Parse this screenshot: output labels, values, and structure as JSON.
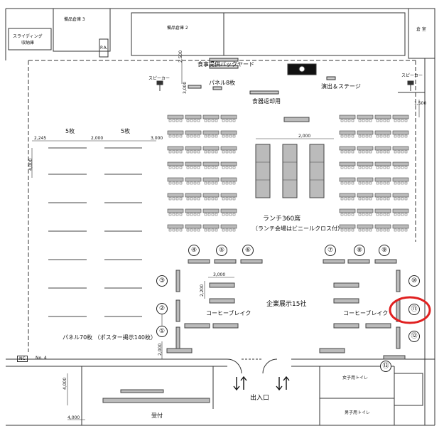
{
  "rooms": {
    "storage3": "備品倉庫 3",
    "storage2": "備品倉庫 2",
    "office": "倉 室",
    "sliding": "スライディング",
    "sliding2": "収納庫",
    "pa": "P.A."
  },
  "labels": {
    "buffet": "食事提供バックヤード",
    "panel8": "パネル8枚",
    "speaker_left": "スピーカー",
    "speaker_right": "スピーカー",
    "stage": "演出＆ステージ",
    "dishes": "食器返却用",
    "five_left": "5枚",
    "five_right": "5枚",
    "lunch": "ランチ360席",
    "lunch_note": "（ランチ会場はビニールクロス付）",
    "exhibit": "企業展示15社",
    "coffee_left": "コーヒーブレイク",
    "coffee_right": "コーヒーブレイク",
    "panel70": "パネル70枚 （ポスター掲示140枚）",
    "entrance": "出入口",
    "reception": "受付",
    "toilet_women": "女子用トイレ",
    "toilet_men": "男子用トイレ",
    "nc": "NC",
    "no4": "No. 4"
  },
  "dims": {
    "d2500": "2,500",
    "d3000a": "3,000",
    "d1500": "1,500",
    "d2245": "2,245",
    "d2000a": "2,000",
    "d3000b": "3,000",
    "d2000b": "2,000",
    "d4000a": "4,000",
    "d3000c": "3,000",
    "d2200": "2,200",
    "d2000c": "2,000",
    "d4000b": "4,000",
    "d4000c": "4,000"
  },
  "booths": [
    "①",
    "②",
    "③",
    "④",
    "⑤",
    "⑥",
    "⑦",
    "⑧",
    "⑨",
    "⑩",
    "⑪",
    "⑫",
    "⑬"
  ],
  "highlight_color": "#e02020"
}
